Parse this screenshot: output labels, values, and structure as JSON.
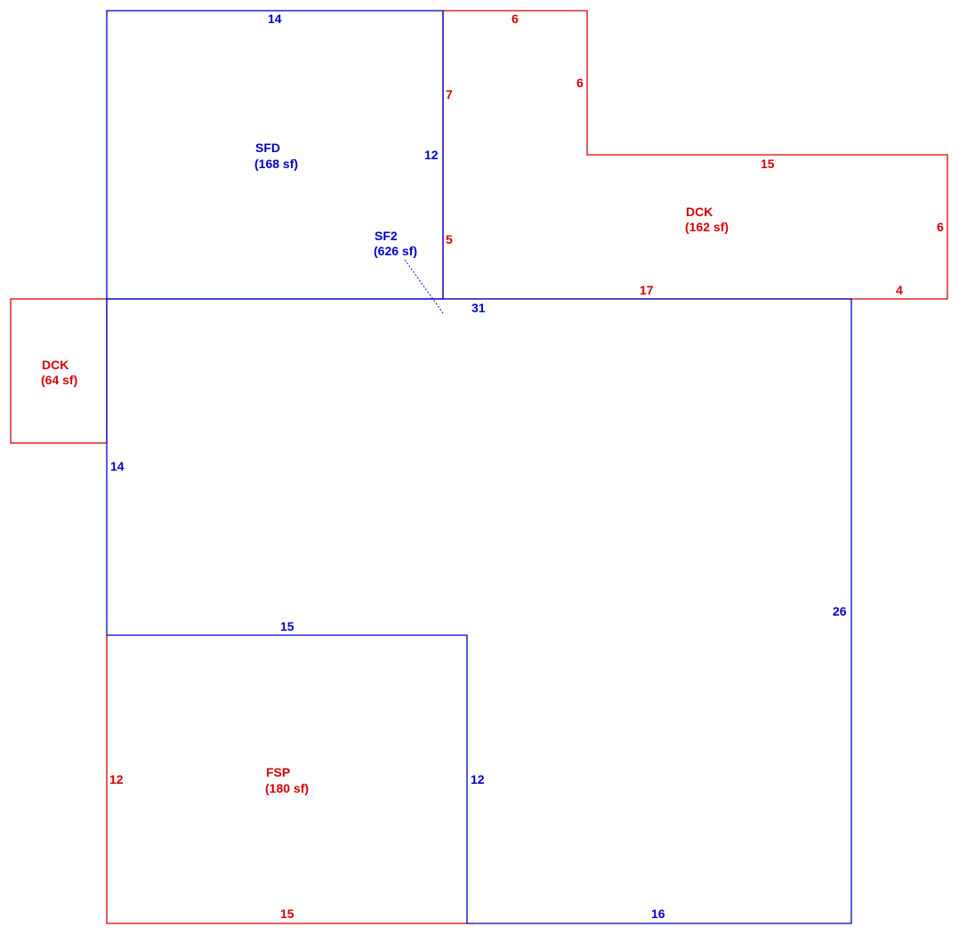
{
  "colors": {
    "living": "#0000c8",
    "exterior": "#d40000",
    "background": "#ffffff"
  },
  "areas": {
    "sfd": {
      "code": "SFD",
      "area": "(168 sf)"
    },
    "sf2": {
      "code": "SF2",
      "area": "(626 sf)"
    },
    "dck_east": {
      "code": "DCK",
      "area": "(162 sf)"
    },
    "dck_west": {
      "code": "DCK",
      "area": "(64 sf)"
    },
    "fsp": {
      "code": "FSP",
      "area": "(180 sf)"
    }
  },
  "dimensions": {
    "sfd_top": "14",
    "sfd_right": "12",
    "dck_east_top": "6",
    "dck_east_step_left": "7",
    "dck_east_step_right": "6",
    "dck_east_mid": "15",
    "dck_east_right": "6",
    "dck_east_lower_left": "5",
    "dck_east_bottom": "17",
    "dck_east_bottom_right": "4",
    "sf2_top": "31",
    "sf2_left": "14",
    "sf2_right": "26",
    "sf2_bottom": "16",
    "fsp_top": "15",
    "fsp_left": "12",
    "fsp_right": "12",
    "fsp_bottom": "15"
  }
}
